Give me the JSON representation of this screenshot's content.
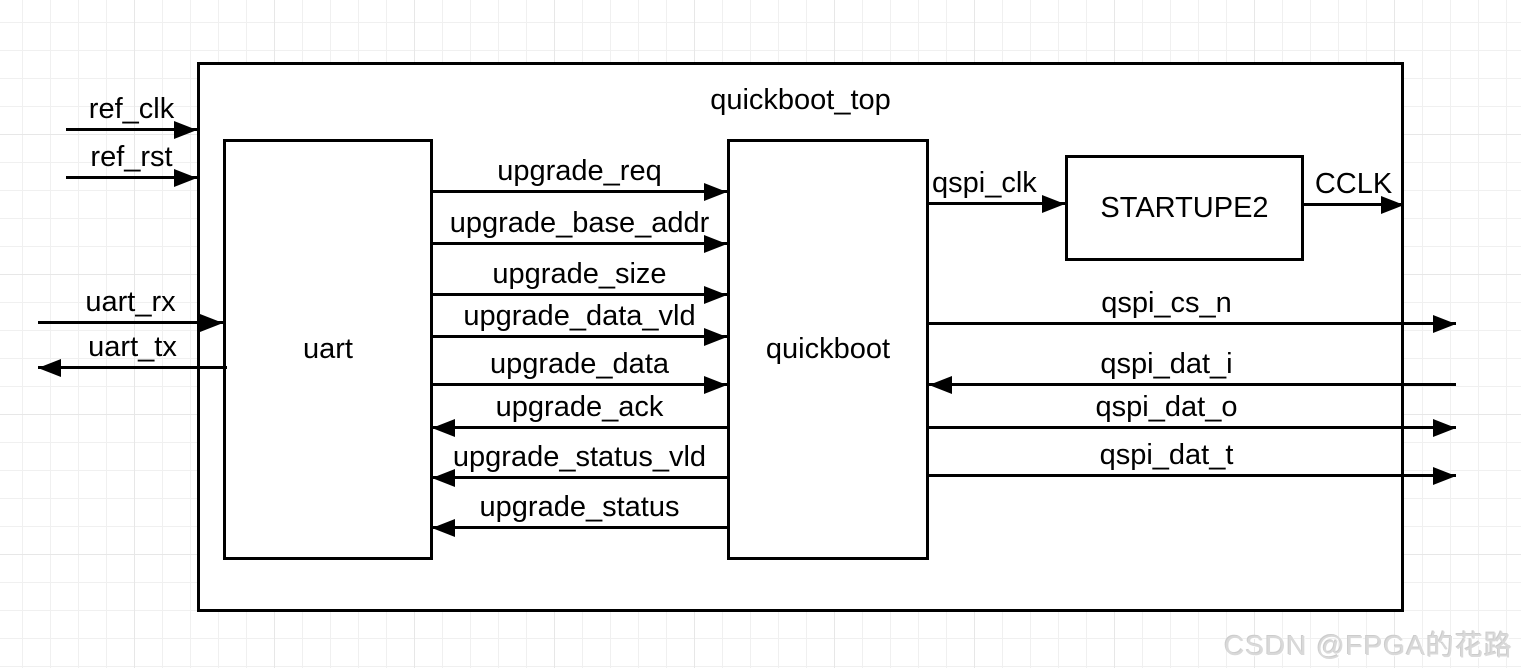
{
  "diagram": {
    "title": "quickboot_top",
    "blocks": {
      "uart": {
        "label": "uart"
      },
      "quickboot": {
        "label": "quickboot"
      },
      "startupe2": {
        "label": "STARTUPE2"
      }
    },
    "signals": [
      {
        "label": "ref_clk",
        "direction": "into-quickboot_top"
      },
      {
        "label": "ref_rst",
        "direction": "into-quickboot_top"
      },
      {
        "label": "uart_rx",
        "direction": "into-uart"
      },
      {
        "label": "uart_tx",
        "direction": "out-of-uart"
      },
      {
        "label": "upgrade_req",
        "direction": "uart-to-quickboot"
      },
      {
        "label": "upgrade_base_addr",
        "direction": "uart-to-quickboot"
      },
      {
        "label": "upgrade_size",
        "direction": "uart-to-quickboot"
      },
      {
        "label": "upgrade_data_vld",
        "direction": "uart-to-quickboot"
      },
      {
        "label": "upgrade_data",
        "direction": "uart-to-quickboot"
      },
      {
        "label": "upgrade_ack",
        "direction": "quickboot-to-uart"
      },
      {
        "label": "upgrade_status_vld",
        "direction": "quickboot-to-uart"
      },
      {
        "label": "upgrade_status",
        "direction": "quickboot-to-uart"
      },
      {
        "label": "qspi_clk",
        "direction": "quickboot-to-startupe2"
      },
      {
        "label": "CCLK",
        "direction": "startupe2-to-output"
      },
      {
        "label": "qspi_cs_n",
        "direction": "quickboot-to-output"
      },
      {
        "label": "qspi_dat_i",
        "direction": "input-to-quickboot"
      },
      {
        "label": "qspi_dat_o",
        "direction": "quickboot-to-output"
      },
      {
        "label": "qspi_dat_t",
        "direction": "quickboot-to-output"
      }
    ]
  },
  "watermark": {
    "text": "CSDN @FPGA的花路"
  },
  "colors": {
    "stroke": "#000000",
    "fill": "#ffffff",
    "grid_minor": "#f0f0f0",
    "grid_major": "#e7e7e7",
    "watermark": "#d9d9d9"
  }
}
